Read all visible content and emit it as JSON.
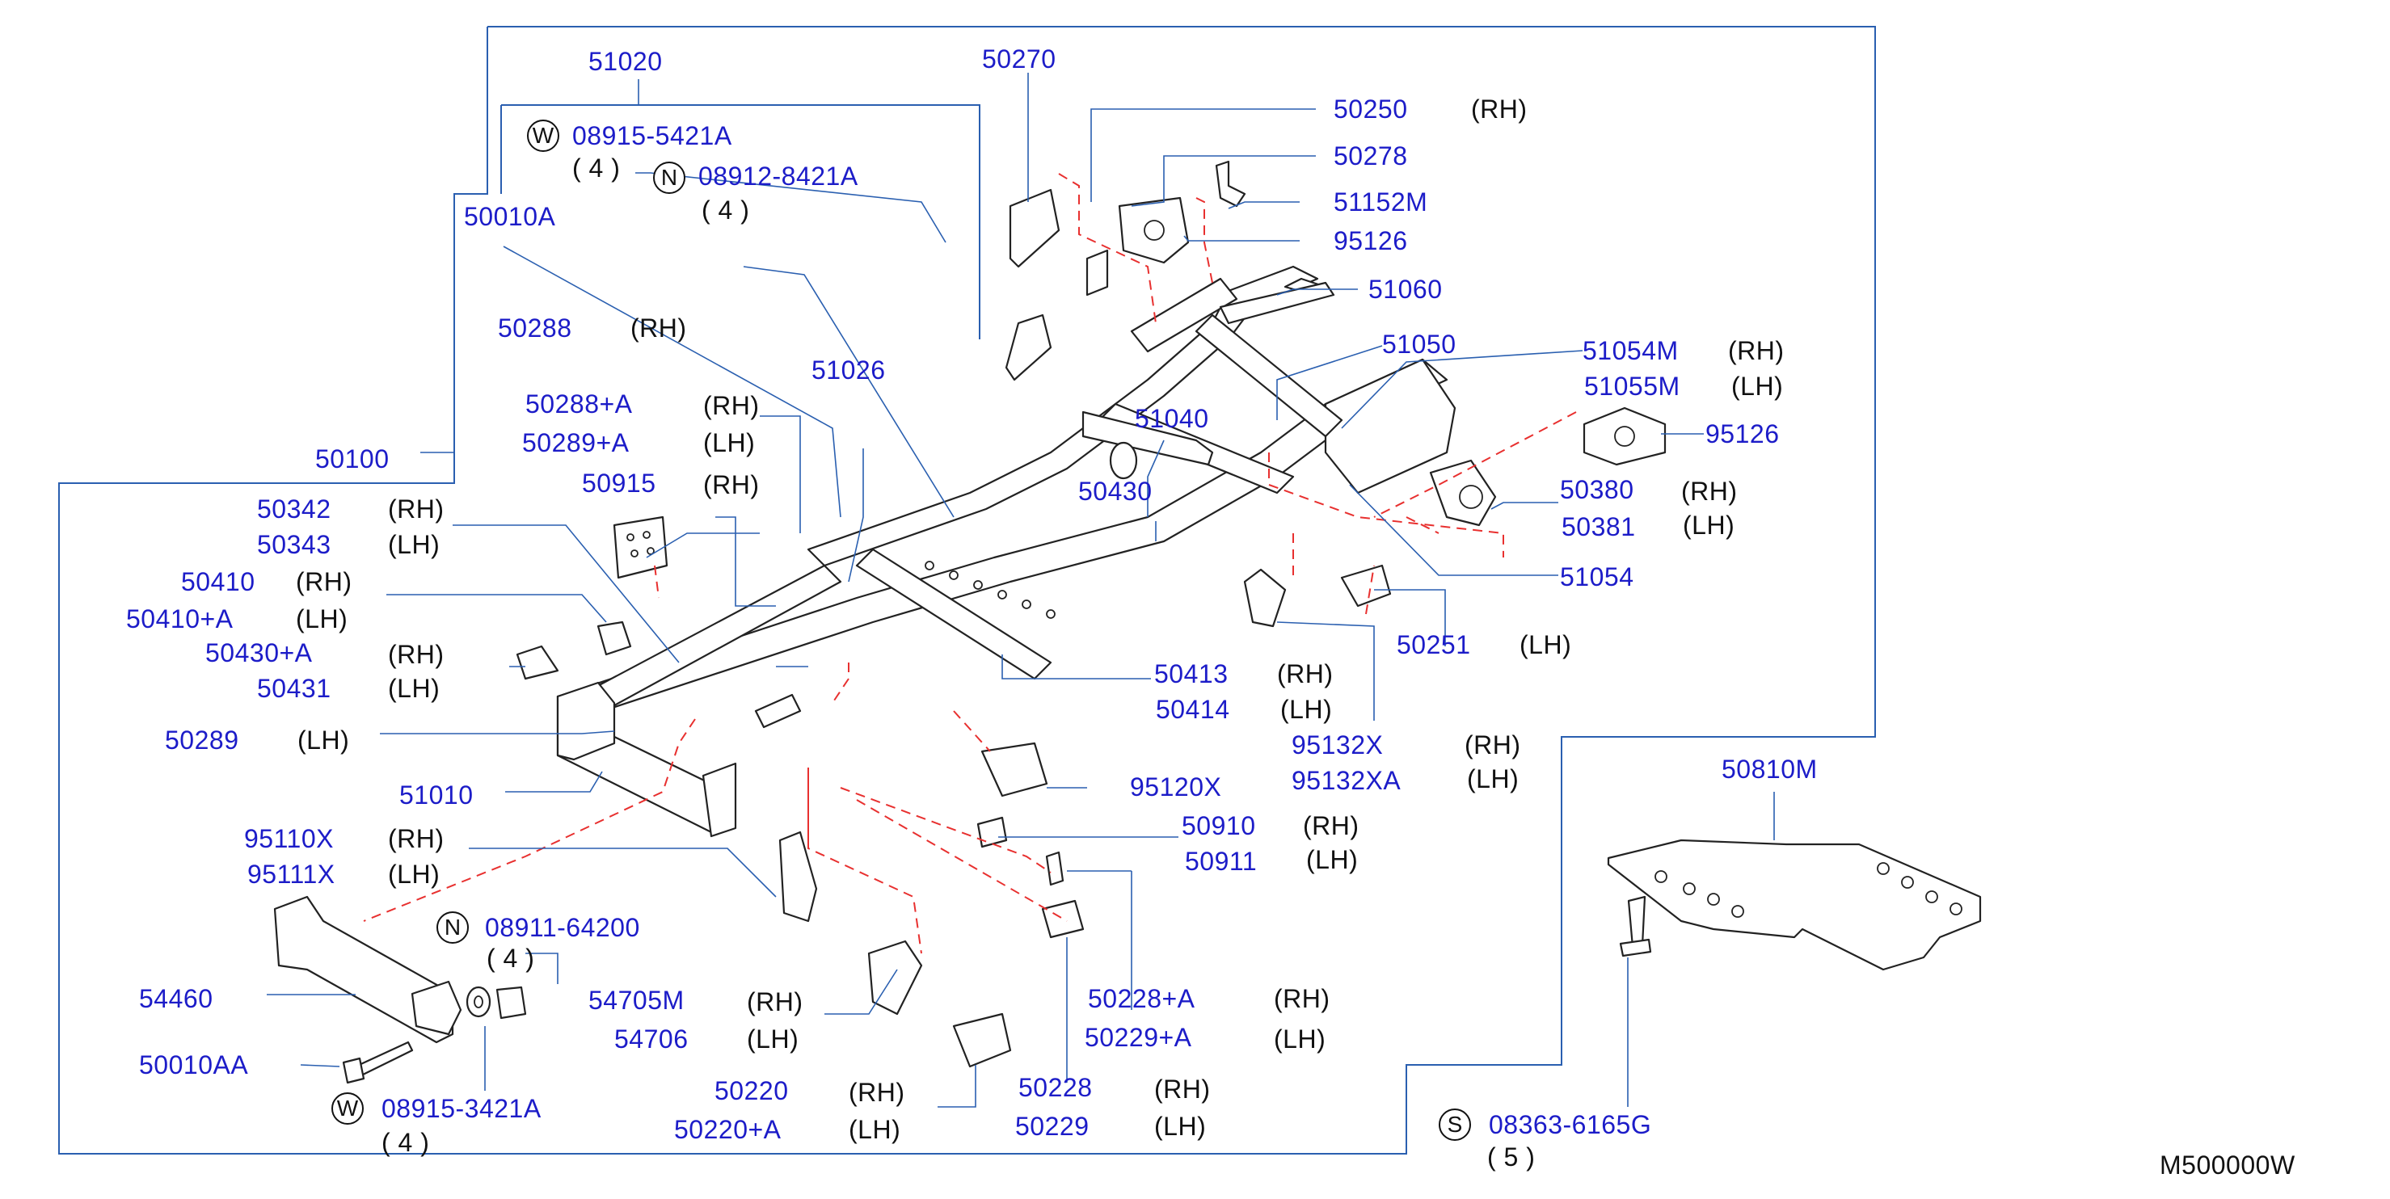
{
  "diagram_code": "M500000W",
  "parts": [
    {
      "id": "p51020",
      "number": "51020"
    },
    {
      "id": "p50270",
      "number": "50270"
    },
    {
      "id": "p50250",
      "number": "50250",
      "side": "(RH)"
    },
    {
      "id": "p50278",
      "number": "50278"
    },
    {
      "id": "p51152M",
      "number": "51152M"
    },
    {
      "id": "p95126a",
      "number": "95126"
    },
    {
      "id": "p51060",
      "number": "51060"
    },
    {
      "id": "p51050",
      "number": "51050"
    },
    {
      "id": "p51054M",
      "number": "51054M",
      "side": "(RH)"
    },
    {
      "id": "p51055M",
      "number": "51055M",
      "side": "(LH)"
    },
    {
      "id": "p95126b",
      "number": "95126"
    },
    {
      "id": "p50380",
      "number": "50380",
      "side": "(RH)"
    },
    {
      "id": "p50381",
      "number": "50381",
      "side": "(LH)"
    },
    {
      "id": "p51054",
      "number": "51054"
    },
    {
      "id": "p50251",
      "number": "50251",
      "side": "(LH)"
    },
    {
      "id": "p95132X",
      "number": "95132X",
      "side": "(RH)"
    },
    {
      "id": "p95132XA",
      "number": "95132XA",
      "side": "(LH)"
    },
    {
      "id": "p50413",
      "number": "50413",
      "side": "(RH)"
    },
    {
      "id": "p50414",
      "number": "50414",
      "side": "(LH)"
    },
    {
      "id": "p95120X",
      "number": "95120X"
    },
    {
      "id": "p50910",
      "number": "50910",
      "side": "(RH)"
    },
    {
      "id": "p50911",
      "number": "50911",
      "side": "(LH)"
    },
    {
      "id": "p50228A",
      "number": "50228+A",
      "side": "(RH)"
    },
    {
      "id": "p50229A",
      "number": "50229+A",
      "side": "(LH)"
    },
    {
      "id": "p50228",
      "number": "50228",
      "side": "(RH)"
    },
    {
      "id": "p50229",
      "number": "50229",
      "side": "(LH)"
    },
    {
      "id": "p50220",
      "number": "50220",
      "side": "(RH)"
    },
    {
      "id": "p50220A",
      "number": "50220+A",
      "side": "(LH)"
    },
    {
      "id": "p54705M",
      "number": "54705M",
      "side": "(RH)"
    },
    {
      "id": "p54706",
      "number": "54706",
      "side": "(LH)"
    },
    {
      "id": "p51040",
      "number": "51040"
    },
    {
      "id": "p50430",
      "number": "50430"
    },
    {
      "id": "p51026",
      "number": "51026"
    },
    {
      "id": "p50010A",
      "number": "50010A"
    },
    {
      "id": "p50288",
      "number": "50288",
      "side": "(RH)"
    },
    {
      "id": "p50288A",
      "number": "50288+A",
      "side": "(RH)"
    },
    {
      "id": "p50289A",
      "number": "50289+A",
      "side": "(LH)"
    },
    {
      "id": "p50915",
      "number": "50915",
      "side": "(RH)"
    },
    {
      "id": "p50100",
      "number": "50100"
    },
    {
      "id": "p50342",
      "number": "50342",
      "side": "(RH)"
    },
    {
      "id": "p50343",
      "number": "50343",
      "side": "(LH)"
    },
    {
      "id": "p50410",
      "number": "50410",
      "side": "(RH)"
    },
    {
      "id": "p50410A",
      "number": "50410+A",
      "side": "(LH)"
    },
    {
      "id": "p50430A",
      "number": "50430+A",
      "side": "(RH)"
    },
    {
      "id": "p50431",
      "number": "50431",
      "side": "(LH)"
    },
    {
      "id": "p50289",
      "number": "50289",
      "side": "(LH)"
    },
    {
      "id": "p51010",
      "number": "51010"
    },
    {
      "id": "p95110X",
      "number": "95110X",
      "side": "(RH)"
    },
    {
      "id": "p95111X",
      "number": "95111X",
      "side": "(LH)"
    },
    {
      "id": "p54460",
      "number": "54460"
    },
    {
      "id": "p50010AA",
      "number": "50010AA"
    },
    {
      "id": "p50810M",
      "number": "50810M"
    }
  ],
  "fasteners": [
    {
      "id": "f089155421",
      "badge": "W",
      "number": "08915-5421A",
      "qty": "( 4 )"
    },
    {
      "id": "f089128421",
      "badge": "N",
      "number": "08912-8421A",
      "qty": "( 4 )"
    },
    {
      "id": "f0891164200",
      "badge": "N",
      "number": "08911-64200",
      "qty": "( 4 )"
    },
    {
      "id": "f089153421",
      "badge": "W",
      "number": "08915-3421A",
      "qty": "( 4 )"
    },
    {
      "id": "f083636165",
      "badge": "S",
      "number": "08363-6165G",
      "qty": "( 5 )"
    }
  ]
}
